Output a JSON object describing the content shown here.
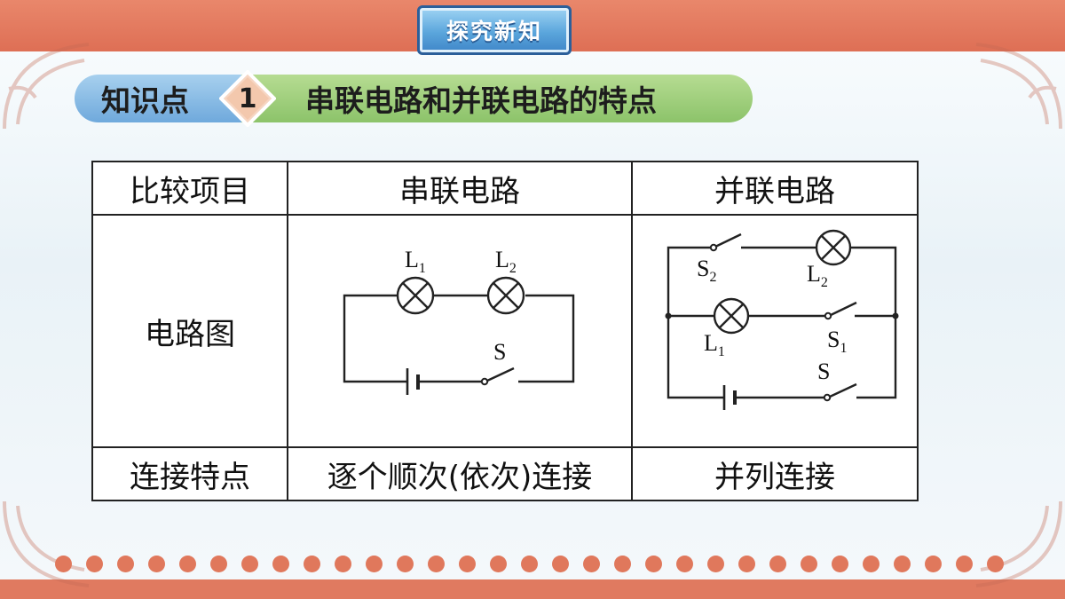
{
  "header": {
    "badge": "探究新知"
  },
  "knowledge_point": {
    "label": "知识点",
    "number": "1",
    "title": "串联电路和并联电路的特点"
  },
  "table": {
    "headers": [
      "比较项目",
      "串联电路",
      "并联电路"
    ],
    "diagram_row_label": "电路图",
    "connection_row": {
      "label": "连接特点",
      "series": "逐个顺次(依次)连接",
      "parallel": "并列连接"
    }
  },
  "series_circuit": {
    "lamp1": "L",
    "lamp1_sub": "1",
    "lamp2": "L",
    "lamp2_sub": "2",
    "switch": "S"
  },
  "parallel_circuit": {
    "switch2": "S",
    "switch2_sub": "2",
    "lamp2": "L",
    "lamp2_sub": "2",
    "lamp1": "L",
    "lamp1_sub": "1",
    "switch1": "S",
    "switch1_sub": "1",
    "main_switch": "S"
  },
  "colors": {
    "top_band": "#e07a60",
    "badge_blue": "#5ba6dc",
    "banner_blue": "#8fbfe6",
    "banner_green": "#9fcf7c"
  }
}
